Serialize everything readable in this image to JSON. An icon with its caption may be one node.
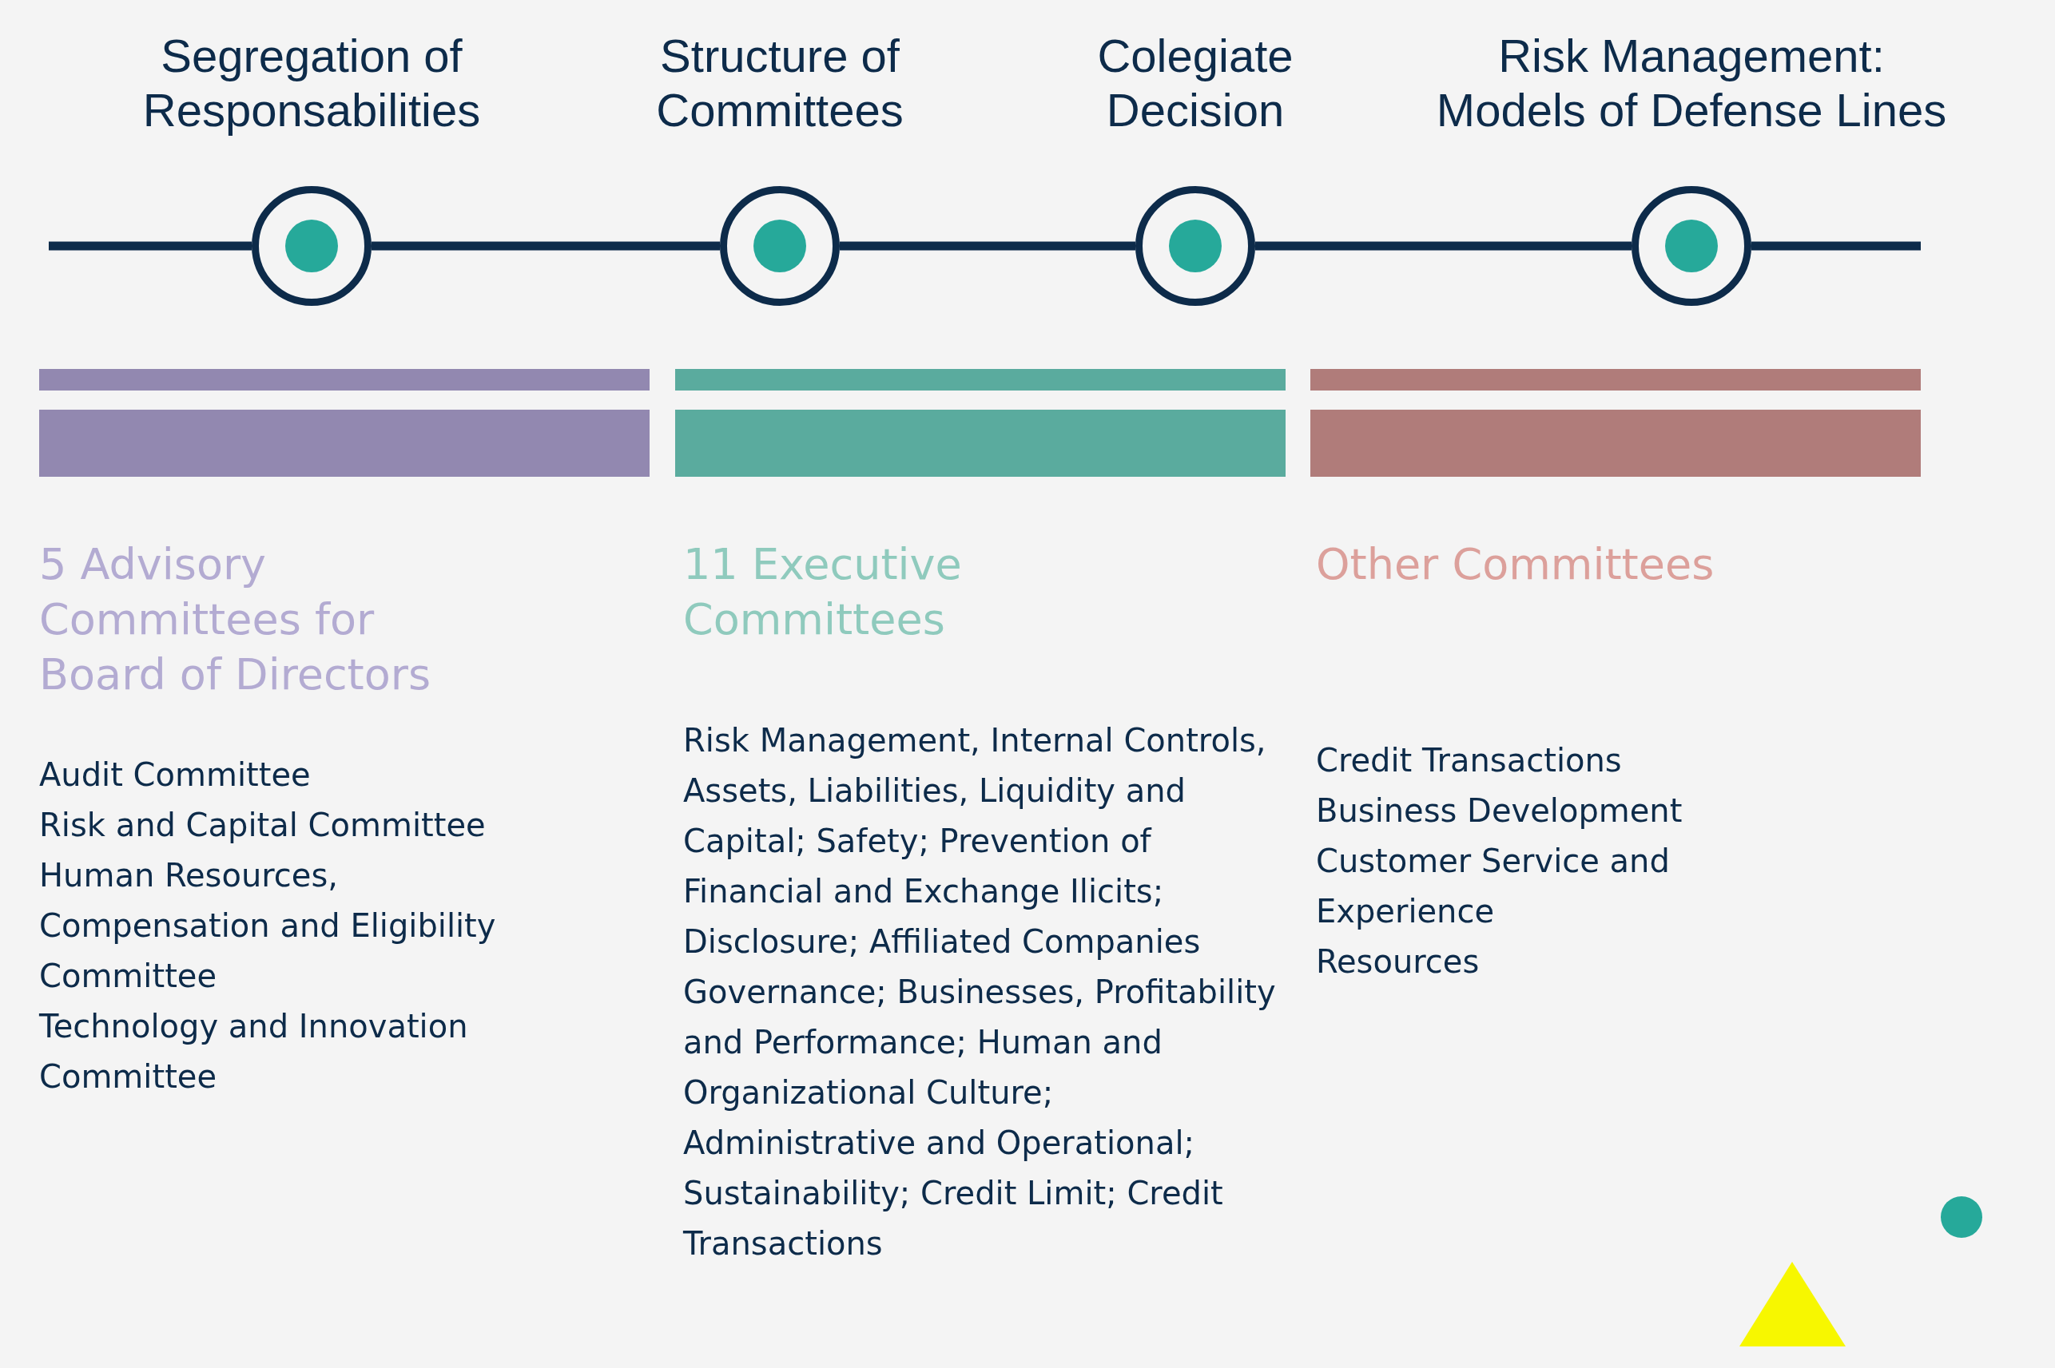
{
  "diagram": {
    "nodes": [
      {
        "text": [
          "Segregation of Responsabilities"
        ]
      },
      {
        "text": [
          "Structure of Committees"
        ]
      },
      {
        "text": [
          "Colegiate Decision"
        ]
      },
      {
        "text": [
          "Risk Management: Models of Defense Lines"
        ]
      }
    ],
    "edges": [
      {
        "from": null,
        "to": 0,
        "arrow": "none"
      },
      {
        "from": 0,
        "to": 1,
        "arrow": "none"
      },
      {
        "from": 1,
        "to": 2,
        "arrow": "none"
      },
      {
        "from": 2,
        "to": 3,
        "arrow": "none"
      },
      {
        "from": 3,
        "to": null,
        "arrow": "none"
      }
    ],
    "labels": [
      "5 Advisory Committees for Board of Directors",
      "Audit Committee",
      "Risk and Capital Committee",
      "Human Resources, Compensation and Eligibility Committee",
      "Technology and Innovation Committee",
      "11 Executive Committees",
      "Risk Management, Internal Controls, Assets, Liabilities, Liquidity and Capital; Safety; Prevention of Financial and Exchange Ilicits; Disclosure; Affiliated Companies Governance; Businesses, Profitability and Performance; Human and Organizational Culture; Administrative and Operational; Sustainability; Credit Limit; Credit Transactions",
      "Other Committees",
      "Credit Transactions",
      "Business Development",
      "Customer Service and Experience",
      "Resources"
    ]
  }
}
